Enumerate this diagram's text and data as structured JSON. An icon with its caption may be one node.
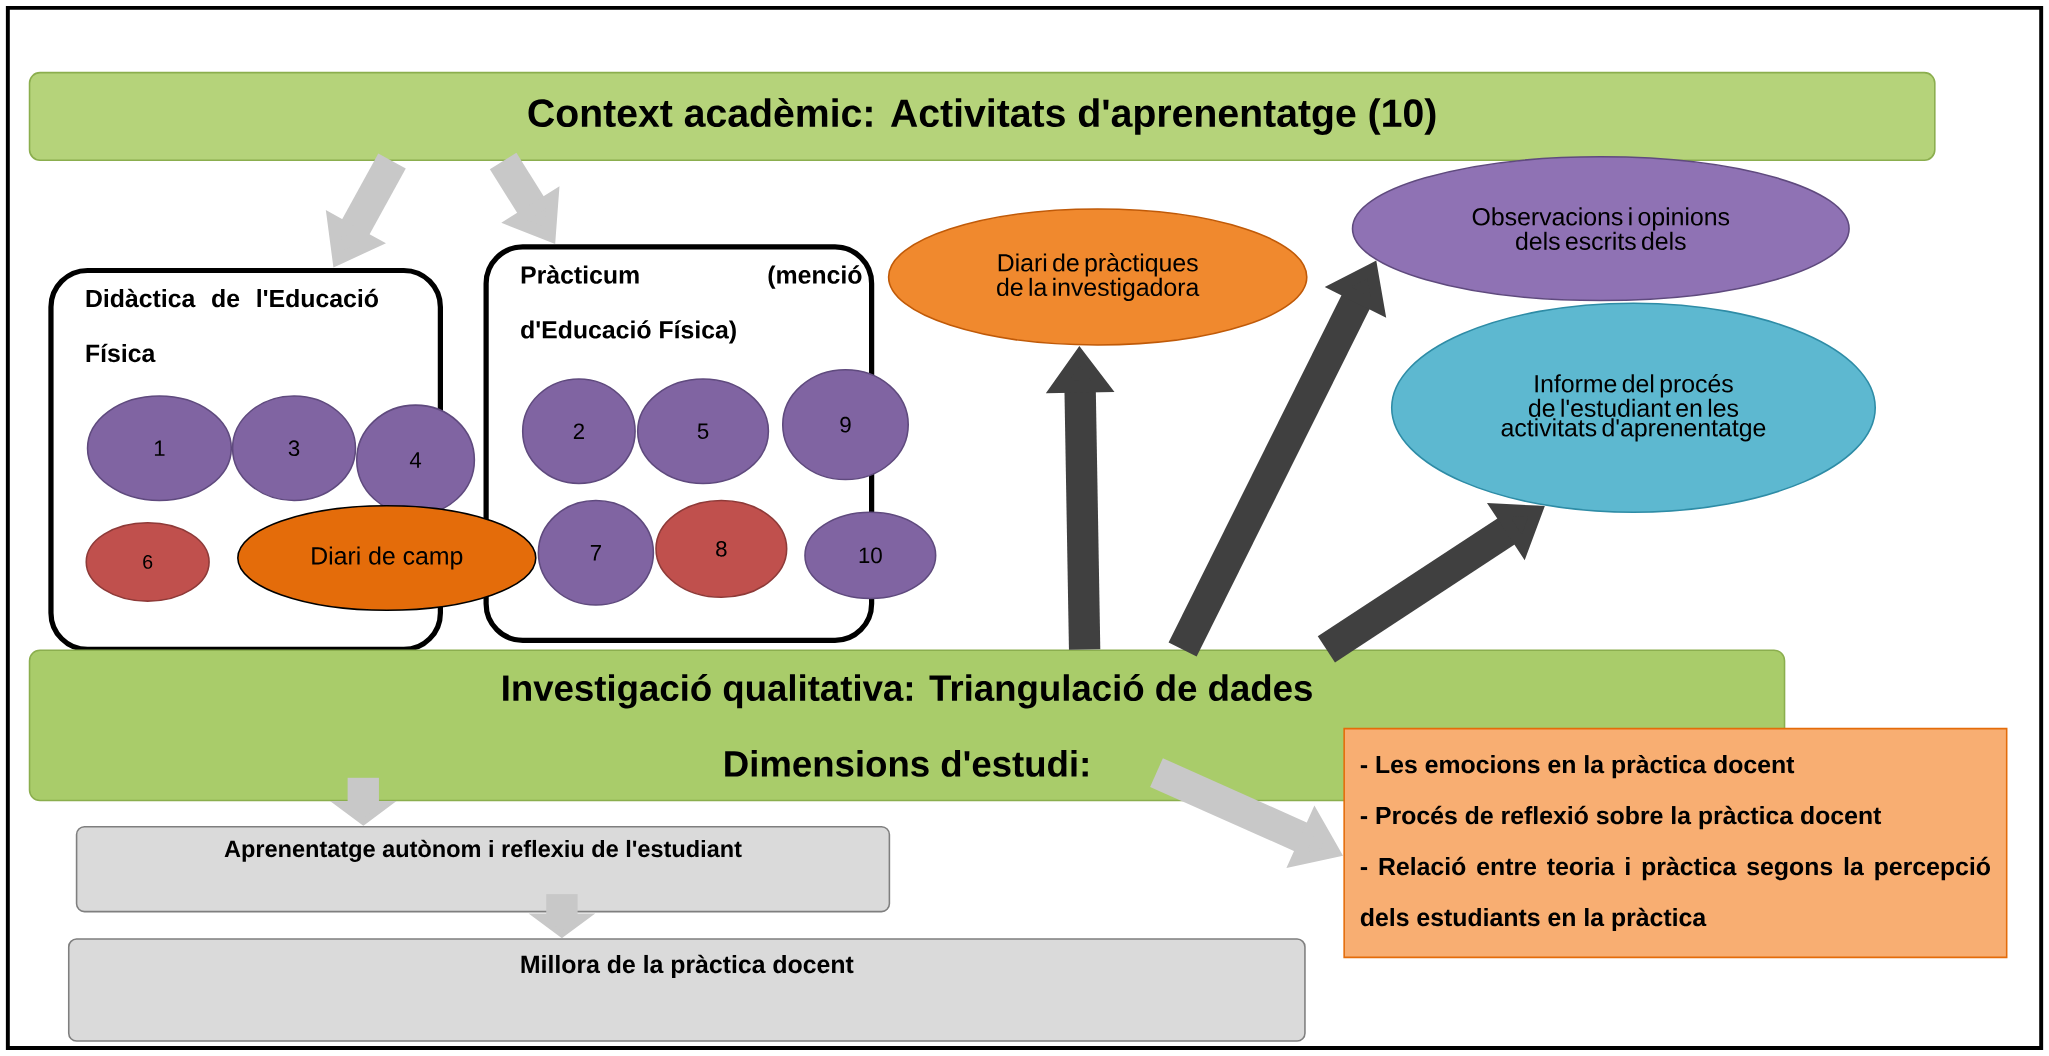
{
  "diagram": {
    "nodes": [
      {
        "text": [
          "Context acadèmic:  Activitats d'aprenentatge (10)"
        ]
      },
      {
        "text": [
          "Didàctica de l'Educació Física"
        ]
      },
      {
        "text": [
          "1"
        ],
        "in": 1
      },
      {
        "text": [
          "3"
        ],
        "in": 1
      },
      {
        "text": [
          "4"
        ]
      },
      {
        "text": [
          "6"
        ],
        "in": 1
      },
      {
        "text": [
          "Diari de camp"
        ]
      },
      {
        "text": [
          "Pràcticum (menció d'Educació Física)"
        ]
      },
      {
        "text": [
          "2"
        ],
        "in": 7
      },
      {
        "text": [
          "5"
        ],
        "in": 7
      },
      {
        "text": [
          "9"
        ]
      },
      {
        "text": [
          "7"
        ],
        "in": 7
      },
      {
        "text": [
          "8"
        ],
        "in": 7
      },
      {
        "text": [
          "10"
        ]
      },
      {
        "text": [
          "Diari de pràctiques de la investigadora"
        ]
      },
      {
        "text": [
          "Observacions i opinions dels escrits dels"
        ]
      },
      {
        "text": [
          "Informe del procés de l'estudiant en les activitats d'aprenentatge"
        ]
      },
      {
        "text": [
          "Investigació qualitativa: Triangulació de dades",
          "Dimensions d'estudi:"
        ]
      },
      {
        "text": [
          "- Les emocions en la pràctica docent",
          "- Procés de reflexió sobre la pràctica docent",
          "- Relació entre teoria i pràctica segons la percepció dels estudiants en la pràctica"
        ]
      },
      {
        "text": [
          "Aprenentatge autònom i reflexiu de l'estudiant"
        ]
      },
      {
        "text": [
          "Millora de la pràctica docent"
        ]
      }
    ],
    "edges": [
      {
        "from": 0,
        "to": 1,
        "arrow": "to"
      },
      {
        "from": 0,
        "to": 7,
        "arrow": "to"
      },
      {
        "from": 17,
        "to": 14,
        "arrow": "to",
        "color": "#404040"
      },
      {
        "from": 17,
        "to": 15,
        "arrow": "to",
        "color": "#404040"
      },
      {
        "from": 17,
        "to": 16,
        "arrow": "to",
        "color": "#404040"
      },
      {
        "from": 17,
        "to": 19,
        "arrow": "to"
      },
      {
        "from": 19,
        "to": 20,
        "arrow": "to"
      },
      {
        "from": 17,
        "to": 18,
        "arrow": "to"
      }
    ]
  }
}
